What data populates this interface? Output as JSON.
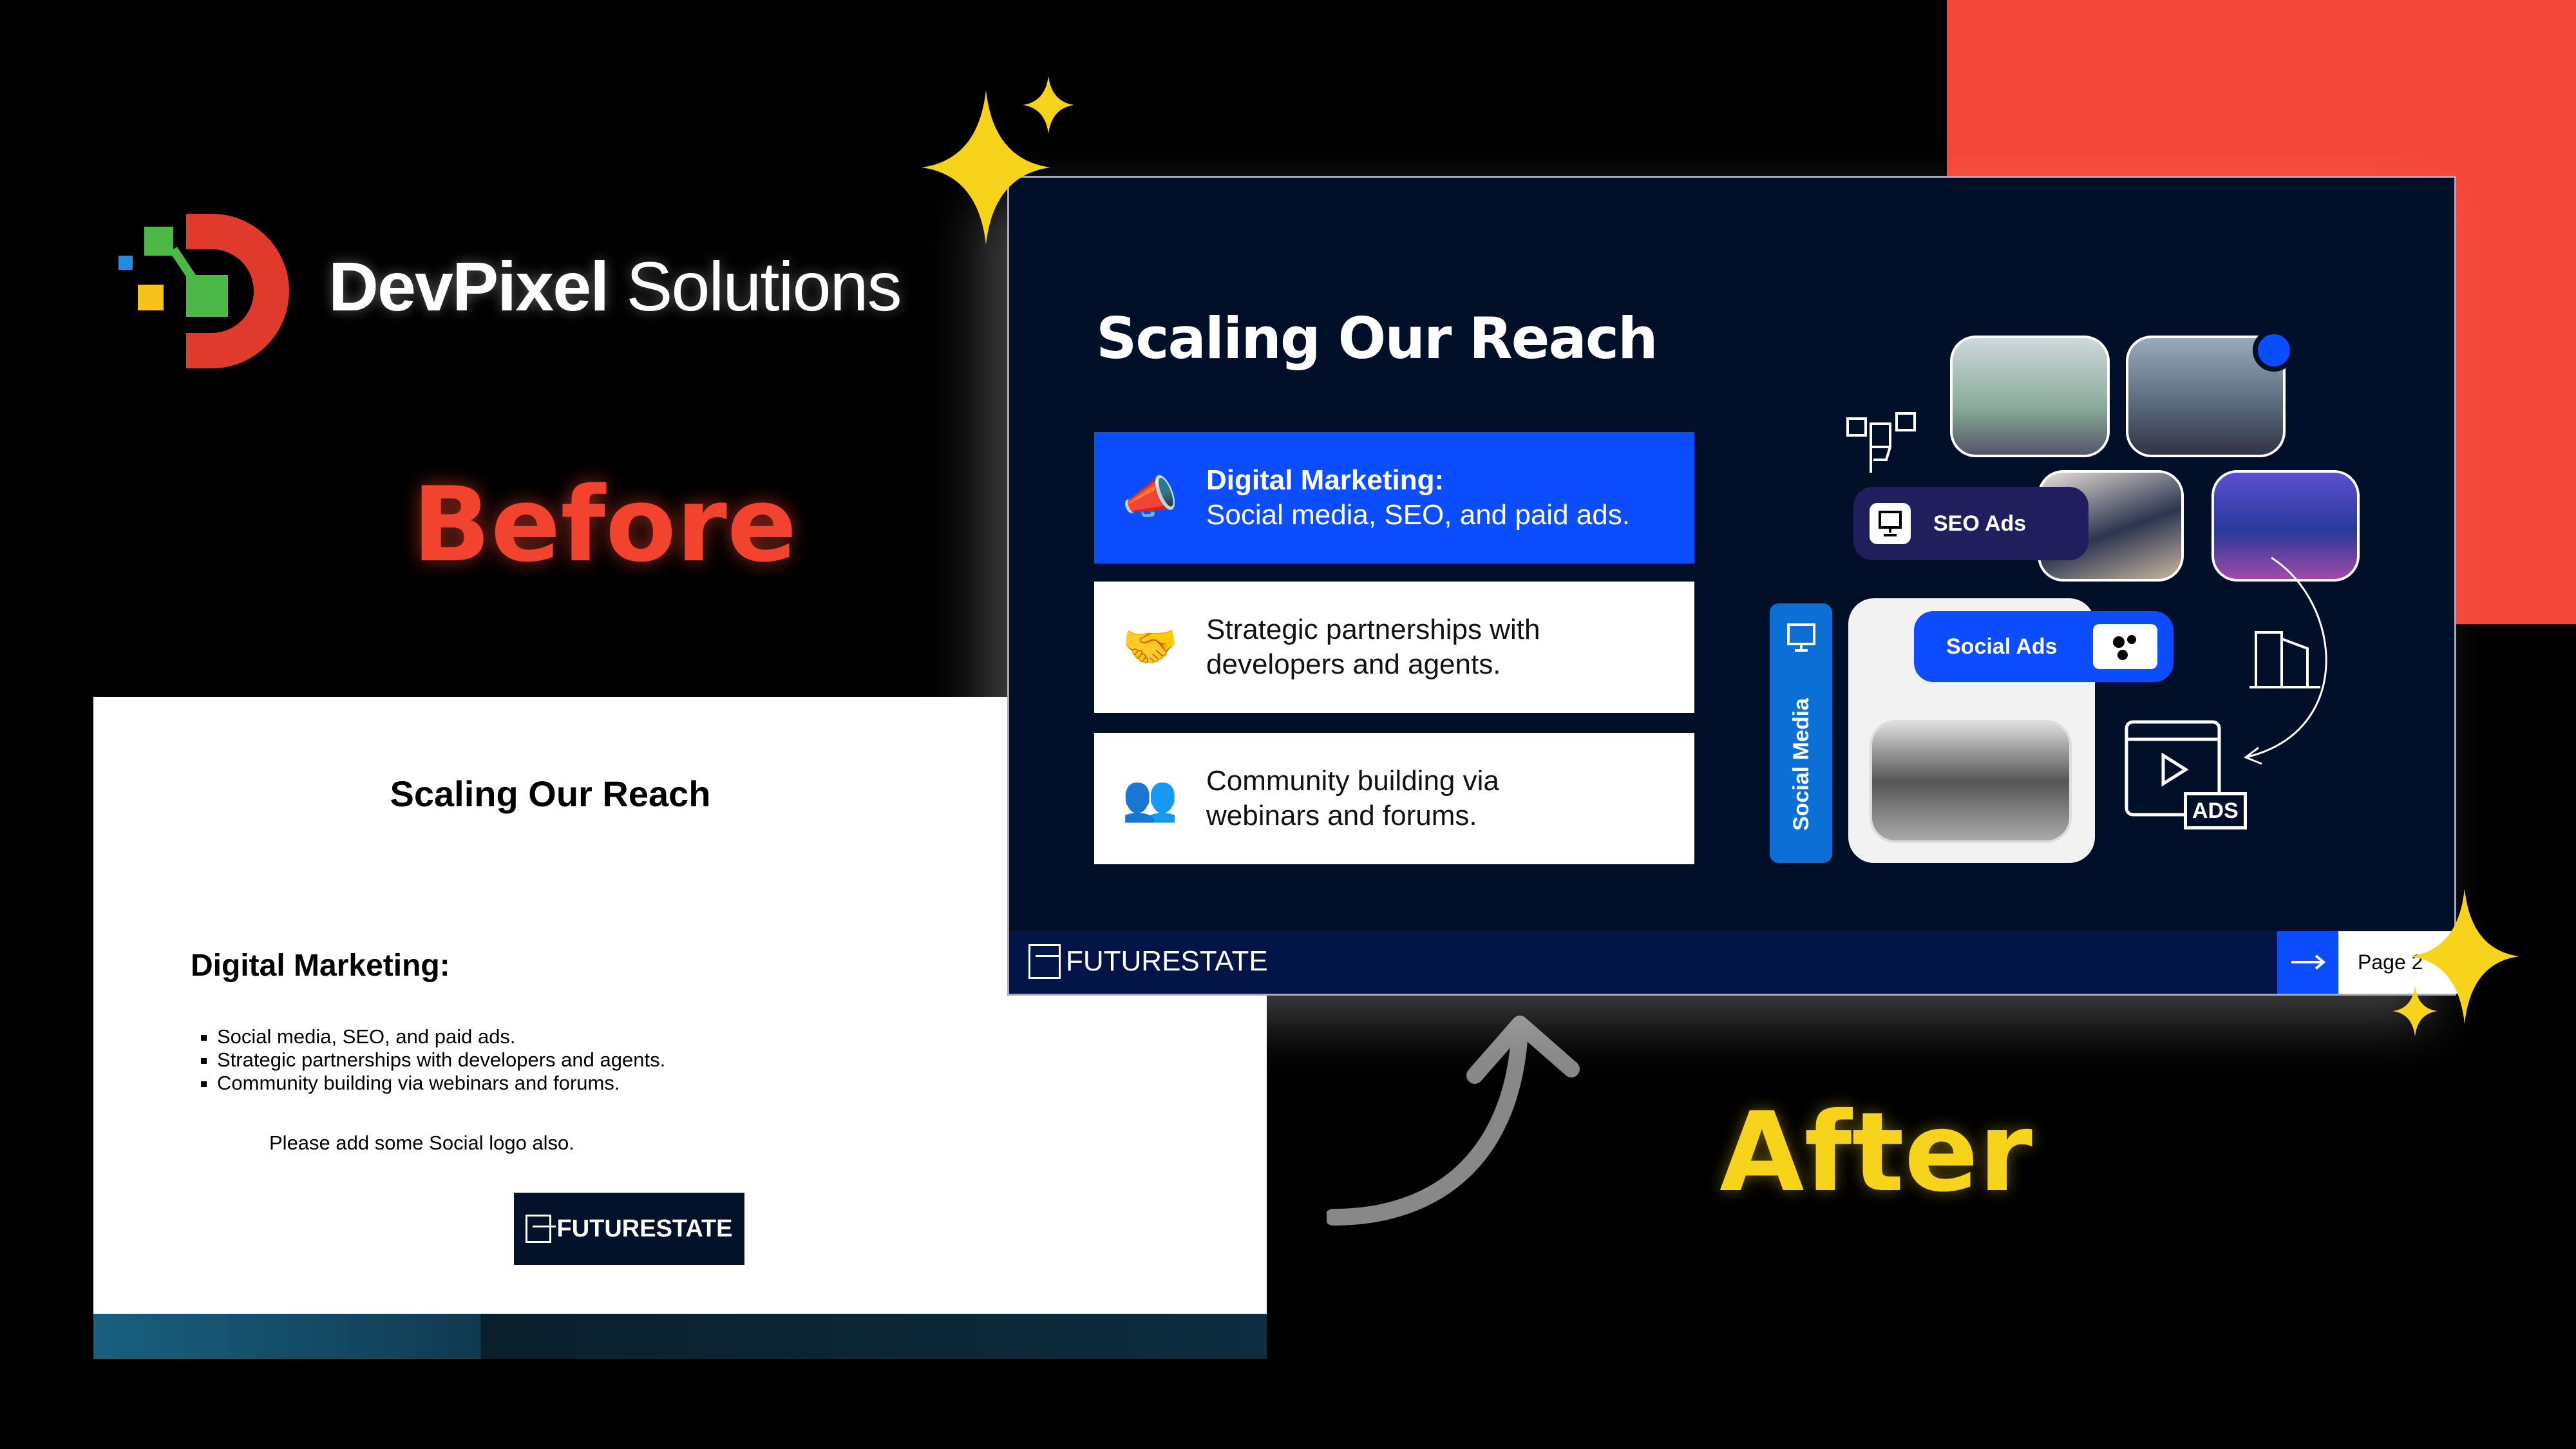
{
  "brand": {
    "name_bold": "DevPixel",
    "name_light": " Solutions",
    "logo_colors": [
      "#e03a2c",
      "#4cb848",
      "#f6c21a",
      "#1e8fe0"
    ]
  },
  "labels": {
    "before": "Before",
    "after": "After"
  },
  "colors": {
    "red_block": "#f4473a",
    "accent_blue": "#0b4dff",
    "slide_bg": "#020f28",
    "yellow": "#f8d31b"
  },
  "before_slide": {
    "title": "Scaling Our Reach",
    "heading": "Digital Marketing:",
    "bullets": [
      "Social media, SEO, and paid ads.",
      "Strategic partnerships with developers and agents.",
      "Community building via webinars and forums."
    ],
    "note": "Please add some Social logo also.",
    "logo_text": "FUTURESTATE"
  },
  "after_slide": {
    "title": "Scaling Our Reach",
    "cards": [
      {
        "icon": "marketing-megaphone-icon",
        "title": "Digital Marketing:",
        "text": "Social media, SEO, and paid ads."
      },
      {
        "icon": "handshake-icon",
        "text_line1": "Strategic partnerships with",
        "text_line2": "developers and agents."
      },
      {
        "icon": "community-icon",
        "text_line1": "Community building via",
        "text_line2": "webinars and forums."
      }
    ],
    "social_media_label": "Social Media",
    "seo_ads_label": "SEO Ads",
    "social_ads_label": "Social Ads",
    "ads_icon_text": "ADS",
    "footer": {
      "logo_text": "FUTURESTATE",
      "page_label": "Page",
      "page_number": "2"
    }
  }
}
